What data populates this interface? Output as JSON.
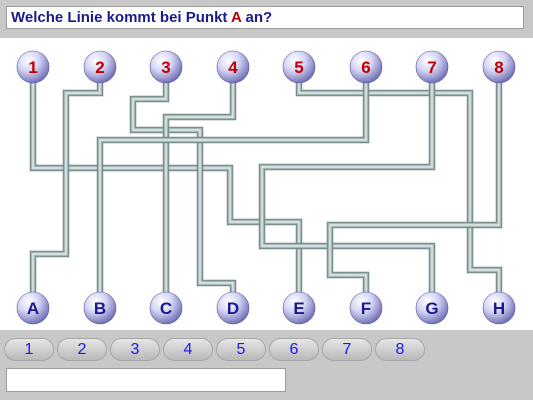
{
  "question": {
    "text": "Welche Linie kommt bei Punkt ",
    "point": "A",
    "suffix": " an?"
  },
  "top_labels": [
    "1",
    "2",
    "3",
    "4",
    "5",
    "6",
    "7",
    "8"
  ],
  "bottom_labels": [
    "A",
    "B",
    "C",
    "D",
    "E",
    "F",
    "G",
    "H"
  ],
  "answer_buttons": [
    "1",
    "2",
    "3",
    "4",
    "5",
    "6",
    "7",
    "8"
  ],
  "feedback": "",
  "colors": {
    "top_label": "#c00000",
    "bottom_label": "#1a1a8c",
    "line": "#8aa0a0",
    "button_text": "#1a1aee"
  }
}
